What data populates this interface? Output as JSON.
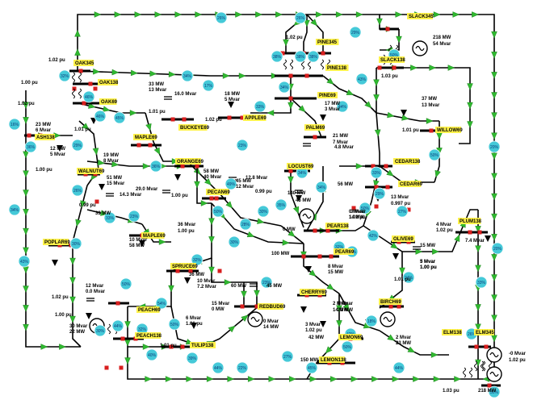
{
  "diagram": {
    "bus_labels": [
      "SLACK345",
      "PINE345",
      "SLACK138",
      "OAK345",
      "OAK138",
      "OAK69",
      "PINE138",
      "PINE69",
      "BUCKEYE69",
      "APPLE69",
      "ASH138",
      "MAPLE69",
      "WILLOW69",
      "PALM69",
      "ORANGE69",
      "CEDAR138",
      "CEDAR69",
      "LOCUST69",
      "WALNUT69",
      "PECAN69",
      "PLUM138",
      "MAPLE69",
      "POPLAR69",
      "PEAR138",
      "OLIVE69",
      "PEAR69",
      "SPRUCE69",
      "CHERRY69",
      "PEACH69",
      "REDBUD69",
      "BIRCH69",
      "PEACH138",
      "LEMON69",
      "TULIP138",
      "LEMON138",
      "ELM138",
      "ELM345"
    ],
    "values": [
      "218 MW",
      "54 Mvar",
      "1.02 pu",
      "1.02 pu",
      "1.03 pu",
      "1.00 pu",
      "1.02 pu",
      "33 MW",
      "13 Mvar",
      "16.0 Mvar",
      "1.01 pu",
      "18 MW",
      "5 Mvar",
      "1.02 pu",
      "17 MW",
      "3 Mvar",
      "37 MW",
      "13 Mvar",
      "23 MW",
      "6 Mvar",
      "1.01 pu",
      "1.01 pu",
      "21 MW",
      "7 Mvar",
      "4.8 Mvar",
      "12 MW",
      "5 Mvar",
      "1.00 pu",
      "19 MW",
      "8 Mvar",
      "58 MW",
      "40 Mvar",
      "1.00 pu",
      "51 MW",
      "15 Mvar",
      "14.3 Mvar",
      "29.0 Mvar",
      "12.8 Mvar",
      "45 MW",
      "12 Mvar",
      "0.99 pu",
      "140 MW",
      "45 MW",
      "0 Mvar",
      "1.02 pu",
      "56 MW",
      "13 Mvar",
      "0.997 pu",
      "0.99 pu",
      "33 MW",
      "10 Mvar",
      "58 MW",
      "36 Mvar",
      "1.00 pu",
      "0 MW",
      "0 Mvar",
      "14 MW",
      "4 Mvar",
      "1.02 pu",
      "7.4 Mvar",
      "15 MW",
      "3 Mvar",
      "1.00 pu",
      "1.01 pu",
      "100 MW",
      "8 Mvar",
      "15 MW",
      "5 Mvar",
      "1.00 pu",
      "36 MW",
      "10 Mvar",
      "7.2 Mvar",
      "60 MW",
      "12 Mvar",
      "0.0 Mvar",
      "1.02 pu",
      "1.00 pu",
      "45 MW",
      "0 Mvar",
      "20 MW",
      "30 Mvar",
      "22 MW",
      "15 Mvar",
      "0 MW",
      "0 Mvar",
      "14 MW",
      "2 Mvar",
      "14 MW",
      "3 Mvar",
      "1.02 pu",
      "42 MW",
      "2 Mvar",
      "23 MW",
      "6 Mvar",
      "1.01 pu",
      "1.01 pu",
      "150 MW",
      "-0 Mvar",
      "1.02 pu",
      "1.03 pu"
    ],
    "percents": [
      "26%",
      "26%",
      "29%",
      "38%",
      "38%",
      "38%",
      "50%",
      "32%",
      "46%",
      "46%",
      "34%",
      "34%",
      "43%",
      "33%",
      "44%",
      "29%",
      "45%",
      "36%",
      "50%",
      "34%",
      "35%",
      "16%",
      "34%",
      "26%",
      "33%",
      "23%",
      "28%",
      "50%",
      "30%",
      "32%",
      "30%",
      "43%",
      "29%",
      "34%",
      "42%",
      "50%",
      "24%",
      "27%",
      "20%",
      "20%",
      "50%",
      "54%",
      "32%",
      "30%",
      "40%",
      "39%",
      "22%",
      "23%",
      "27%",
      "42%",
      "18%",
      "44%",
      "45%",
      "50%",
      "33%",
      "33%",
      "26%",
      "30%",
      "44%",
      "50%",
      "44%",
      "49%",
      "30%",
      "32%",
      "43%",
      "23%",
      "17%",
      "36%"
    ]
  }
}
